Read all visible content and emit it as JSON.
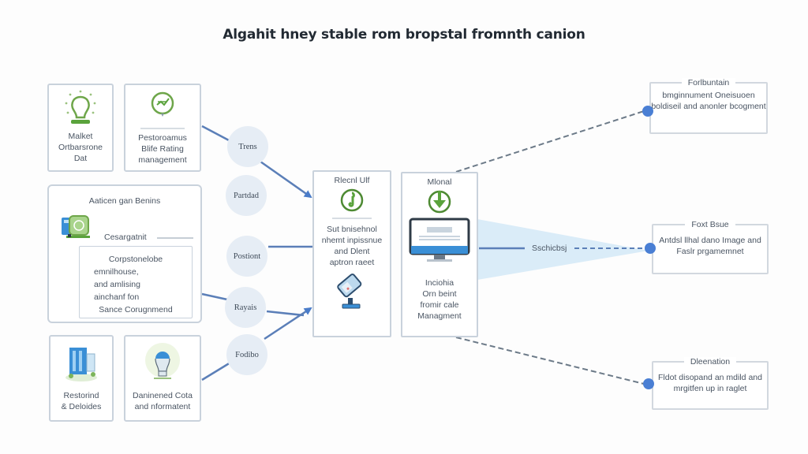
{
  "title": "Algahit hney stable rom bropstal fromnth canion",
  "left_column": {
    "top_cards": [
      {
        "icon": "lightbulb-icon",
        "label_lines": [
          "Malket",
          "Ortbarsrone",
          "Dat"
        ]
      },
      {
        "icon": "check-badge-icon",
        "label_lines": [
          "Pestoroamus",
          "Blife Rating",
          "management"
        ]
      }
    ],
    "group_card": {
      "heading": "Aaticen gan Benins",
      "icon": "device-cluster-icon",
      "sub_heading": "Cesargatnit",
      "body_lines": [
        "Corpstonelobe",
        "emnilhouse,",
        "and amlising",
        "ainchanf fon",
        "Sance Corugnmend"
      ]
    },
    "bottom_cards": [
      {
        "icon": "building-icon",
        "label_lines": [
          "Restorind",
          "& Deloides"
        ]
      },
      {
        "icon": "bulb-head-icon",
        "label_lines": [
          "Daninened Cota",
          "and nformatent"
        ]
      }
    ]
  },
  "nodes": [
    {
      "label": "Trens"
    },
    {
      "label": "Partdad"
    },
    {
      "label": "Postiont"
    },
    {
      "label": "Rayais"
    },
    {
      "label": "Fodibo"
    }
  ],
  "center": {
    "left_panel": {
      "heading": "Rlecnl Ulf",
      "icon": "seahorse-badge-icon",
      "body_lines": [
        "Sut bnisehnol",
        "nhemt inpissnue",
        "and Dlent",
        "aptron raeet"
      ],
      "bottom_icon": "scanner-device-icon"
    },
    "right_panel": {
      "heading": "Mlonal",
      "icon": "download-arrow-icon",
      "monitor_icon": "monitor-icon",
      "body_lines": [
        "Inciohia",
        "Orn beint",
        "fromir cale",
        "Managment"
      ]
    }
  },
  "beam_label": "Sschicbsj",
  "outputs": [
    {
      "heading": "Forlbuntain",
      "body_lines": [
        "bmginnument",
        "Oneisuoen boldiseil",
        "and anonler bcogment"
      ]
    },
    {
      "heading": "Foxt Bsue",
      "body_lines": [
        "Antdsl llhal dano Image",
        "and Faslr prgamemnet"
      ]
    },
    {
      "heading": "Dleenation",
      "body_lines": [
        "Fldot disopand an mdild",
        "and mrgitfen up in raglet"
      ]
    }
  ],
  "colors": {
    "accent_blue": "#4a7fd4",
    "line_blue": "#5b7fb8",
    "icon_green": "#5aa33c",
    "beam": "#d6eaf7",
    "node_fill": "#e6edf5"
  }
}
